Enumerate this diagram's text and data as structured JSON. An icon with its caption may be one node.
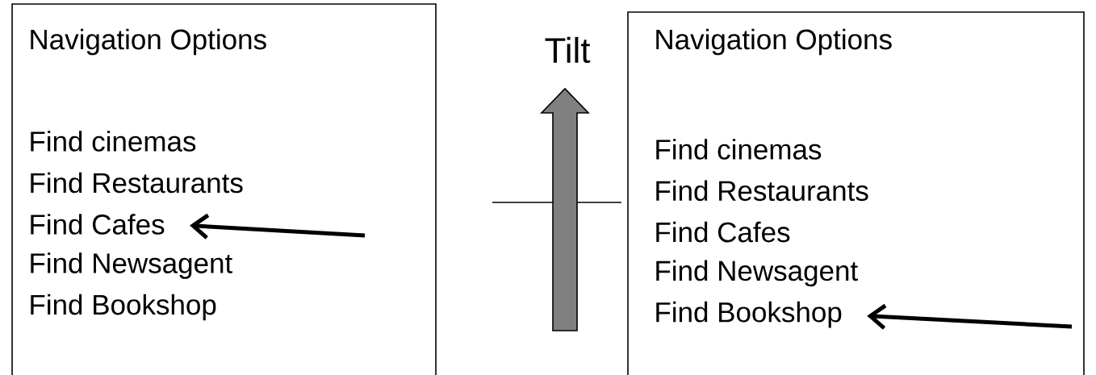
{
  "diagram": {
    "nodes": [
      {
        "text": [
          "Navigation Options"
        ]
      },
      {
        "text": [
          "Find cinemas"
        ],
        "in": 0
      },
      {
        "text": [
          "Find Restaurants"
        ],
        "in": 0
      },
      {
        "text": [
          "Find Cafes"
        ],
        "in": 0
      },
      {
        "text": [
          "Find Newsagent"
        ],
        "in": 0
      },
      {
        "text": [
          "Find Bookshop"
        ],
        "in": 0
      },
      {
        "text": [
          "Navigation Options"
        ]
      },
      {
        "text": [
          "Find cinemas"
        ],
        "in": 6
      },
      {
        "text": [
          "Find Restaurants"
        ],
        "in": 6
      },
      {
        "text": [
          "Find Cafes"
        ],
        "in": 6
      },
      {
        "text": [
          "Find Newsagent"
        ],
        "in": 6
      },
      {
        "text": [
          "Find Bookshop"
        ],
        "in": 6
      }
    ],
    "edges": [
      {
        "from": null,
        "to": 3,
        "arrow": "to"
      },
      {
        "from": null,
        "to": 11,
        "arrow": "to"
      }
    ],
    "labels": [
      "Tilt"
    ]
  }
}
